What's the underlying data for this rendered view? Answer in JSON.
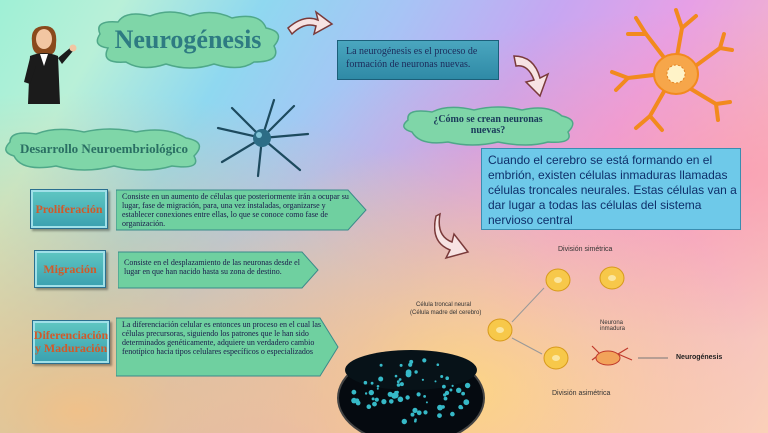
{
  "title": "Neurogénesis",
  "definition": "La neurogénesis es el proceso de formación de neuronas nuevas.",
  "question": "¿Cómo se crean neuronas nuevas?",
  "explanation": "Cuando el cerebro se está formando en el embrión, existen células inmaduras llamadas células troncales neurales. Estas células van a dar lugar a todas las células del sistema nervioso central",
  "section_title": "Desarrollo Neuroembriológico",
  "stages": [
    {
      "label": "Proliferación",
      "text": "Consiste en un aumento de células que posteriormente irán a ocupar su lugar, fase de migración, para, una vez instaladas, organizarse y establecer conexiones entre ellas, lo que se conoce como fase de organización."
    },
    {
      "label": "Migración",
      "text": "Consiste en el desplazamiento de las neuronas desde el lugar en que han nacido hasta su zona de destino."
    },
    {
      "label": "Diferenciación y Maduración",
      "text": "La diferenciación celular es entonces un proceso en el cual las células precursoras, siguiendo los patrones que le han sido determinados genéticamente, adquiere un verdadero cambio fenotípico hacia tipos celulares específicos o especializados"
    }
  ],
  "division_diagram": {
    "symmetric": "División simétrica",
    "asymmetric": "División asimétrica",
    "stem_cell": "Célula troncal neural",
    "stem_cell_note": "(Célula madre del cerebro)",
    "neuron": "Neurona inmadura",
    "result": "Neurogénesis"
  },
  "colors": {
    "cloud": "#7fd6a8",
    "cloud_text": "#2e7b82",
    "box_label": "#d15a2a",
    "arrow_body": "#6fd0a0"
  },
  "icons": [
    "presenter-woman-illustration",
    "neuron-3d-illustration",
    "neuron-cartoon-illustration",
    "neurosphere-photo"
  ]
}
